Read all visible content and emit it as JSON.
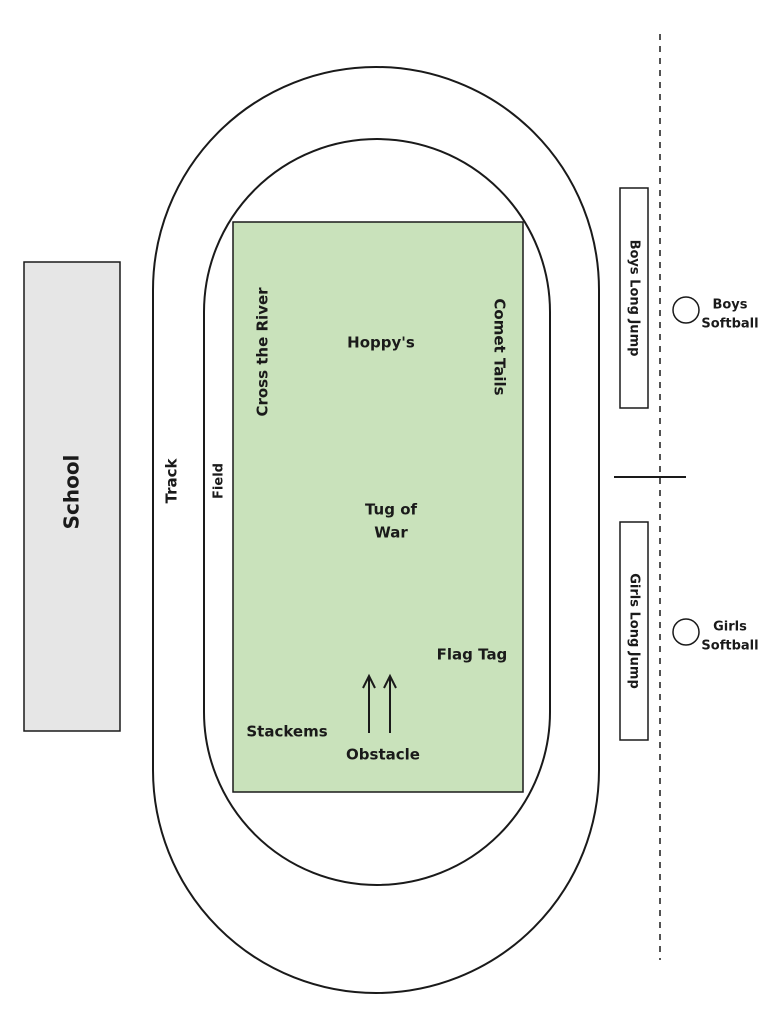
{
  "labels": {
    "school": "School",
    "track": "Track",
    "field": "Field",
    "cross_the_river": "Cross the River",
    "hoppys": "Hoppy's",
    "comet_tails": "Comet Tails",
    "tug_of_war_line1": "Tug of",
    "tug_of_war_line2": "War",
    "flag_tag": "Flag Tag",
    "stackems": "Stackems",
    "obstacle": "Obstacle",
    "boys_long_jump": "Boys Long Jump",
    "girls_long_jump": "Girls Long Jump",
    "boys_softball_line1": "Boys",
    "boys_softball_line2": "Softball",
    "girls_softball_line1": "Girls",
    "girls_softball_line2": "Softball"
  },
  "colors": {
    "field_fill": "#c9e2bb",
    "school_fill": "#e6e6e6",
    "stroke": "#1a1a1a",
    "background": "#ffffff"
  },
  "icons": {
    "obstacle_direction": "arrow-up-icon",
    "softball_base": "circle-icon"
  }
}
